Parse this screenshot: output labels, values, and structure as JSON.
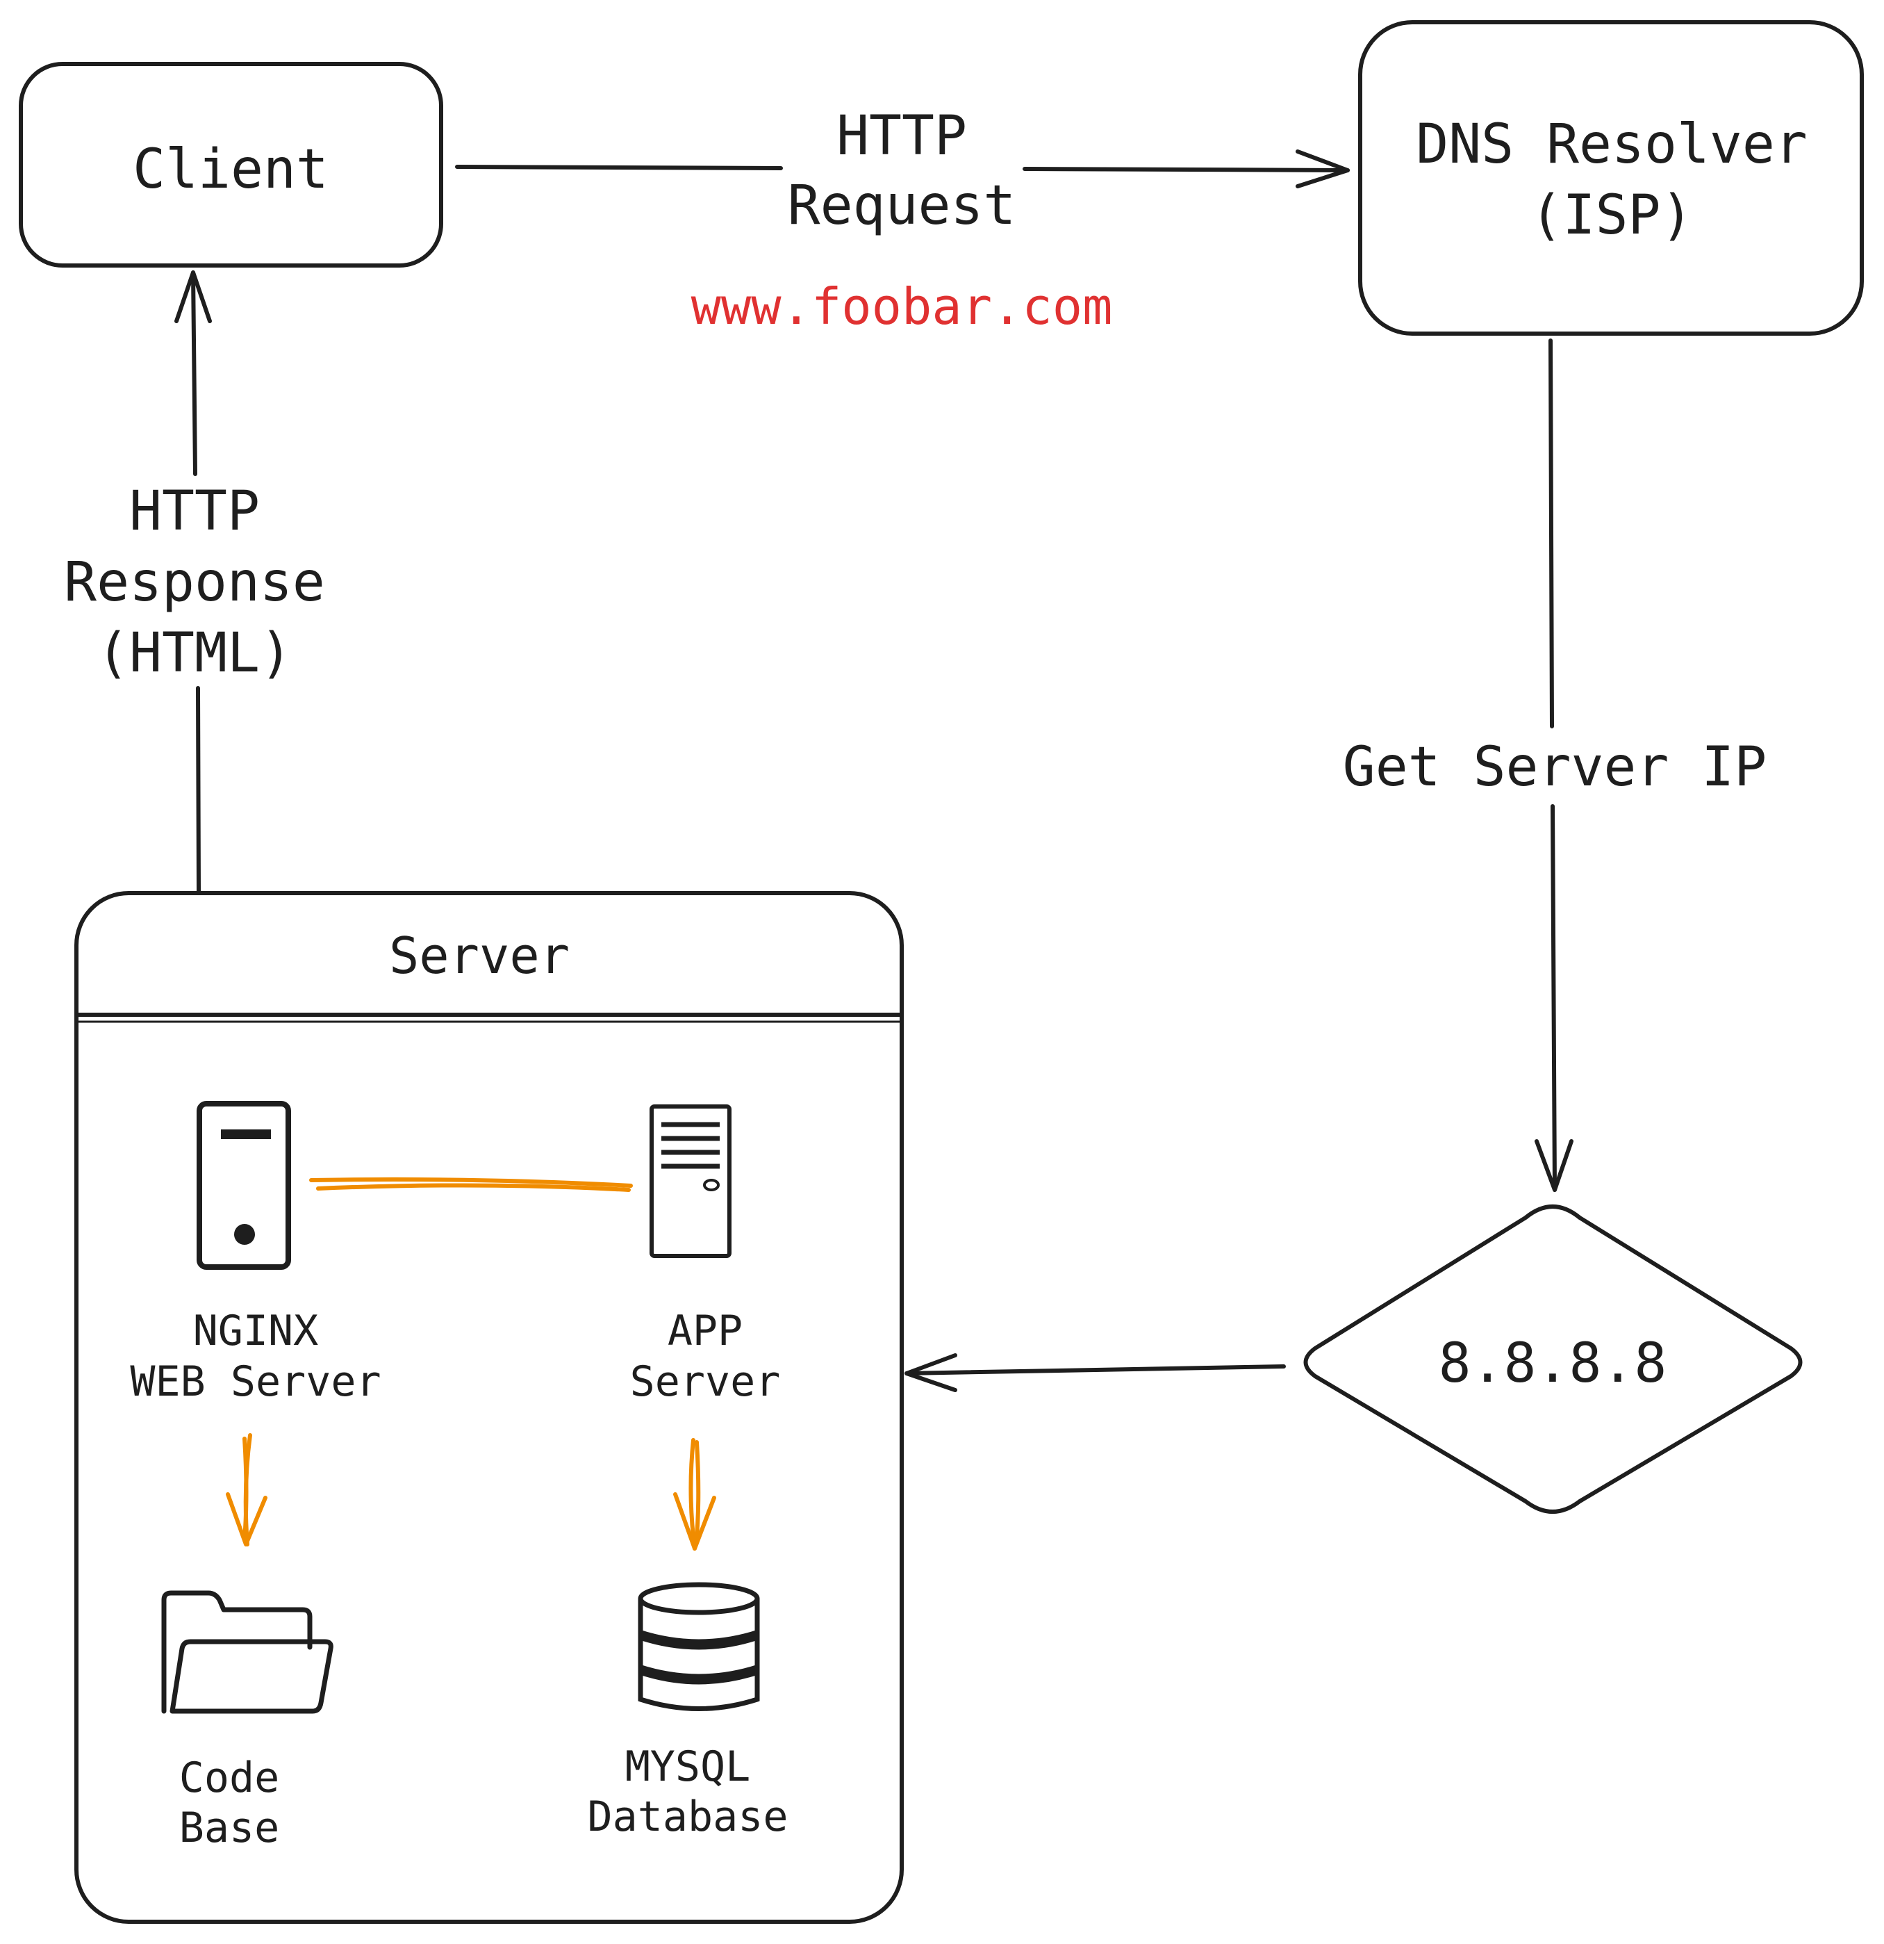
{
  "nodes": {
    "client": {
      "label": "Client"
    },
    "dns_resolver": {
      "line1": "DNS Resolver",
      "line2": "(ISP)"
    },
    "dns_ip": {
      "label": "8.8.8.8"
    },
    "server": {
      "title": "Server",
      "nginx": {
        "line1": "NGINX",
        "line2": "WEB Server"
      },
      "app": {
        "line1": "APP",
        "line2": "Server"
      },
      "code_base": {
        "line1": "Code",
        "line2": "Base"
      },
      "mysql": {
        "line1": "MYSQL",
        "line2": "Database"
      }
    }
  },
  "edges": {
    "request": {
      "line1": "HTTP",
      "line2": "Request",
      "url": "www.foobar.com"
    },
    "get_ip": {
      "label": "Get Server IP"
    },
    "response": {
      "line1": "HTTP",
      "line2": "Response",
      "line3": "(HTML)"
    }
  },
  "colors": {
    "stroke": "#1e1e1e",
    "accent_orange": "#f08c00",
    "url_red": "#e03131",
    "background": "#ffffff"
  },
  "icons": {
    "nginx": "tower-server-icon",
    "app": "rack-server-icon",
    "code_base": "folder-icon",
    "mysql": "database-icon"
  }
}
